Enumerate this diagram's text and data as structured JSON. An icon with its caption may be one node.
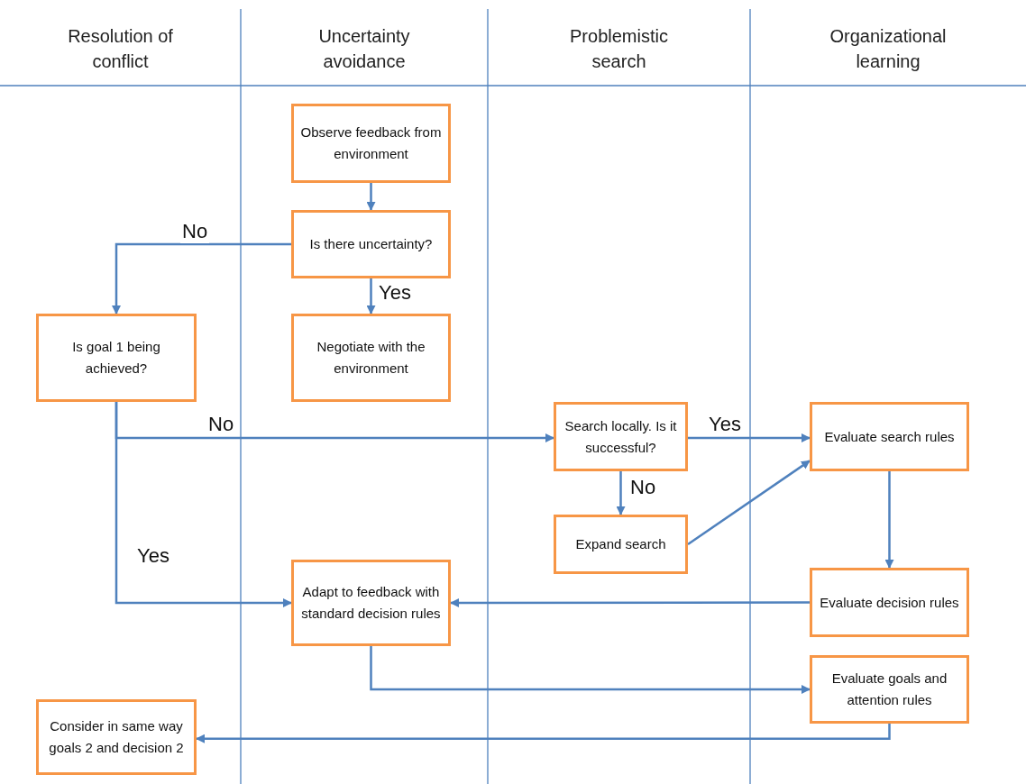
{
  "diagram": {
    "nodes": [
      {
        "text": [
          "Resolution of conflict"
        ]
      },
      {
        "text": [
          "Uncertainty avoidance"
        ]
      },
      {
        "text": [
          "Problemistic search"
        ]
      },
      {
        "text": [
          "Organizational learning"
        ]
      },
      {
        "text": [
          "Observe feedback from environment"
        ],
        "in": 1
      },
      {
        "text": [
          "Is there uncertainty?"
        ],
        "in": 1
      },
      {
        "text": [
          "Negotiate with the environment"
        ],
        "in": 1
      },
      {
        "text": [
          "Is goal 1 being achieved?"
        ],
        "in": 0
      },
      {
        "text": [
          "Search locally. Is it successful?"
        ],
        "in": 2
      },
      {
        "text": [
          "Expand search"
        ],
        "in": 2
      },
      {
        "text": [
          "Evaluate search rules"
        ],
        "in": 3
      },
      {
        "text": [
          "Adapt to feedback with standard decision rules"
        ],
        "in": 1
      },
      {
        "text": [
          "Evaluate decision rules"
        ],
        "in": 3
      },
      {
        "text": [
          "Evaluate goals and attention rules"
        ],
        "in": 3
      },
      {
        "text": [
          "Consider in same way goals 2 and decision 2"
        ],
        "in": 0
      }
    ],
    "edges": [
      {
        "from": 4,
        "to": 5,
        "arrow": "to"
      },
      {
        "from": 5,
        "to": 7,
        "arrow": "to",
        "label": "No"
      },
      {
        "from": 5,
        "to": 6,
        "arrow": "to",
        "label": "Yes"
      },
      {
        "from": 7,
        "to": 8,
        "arrow": "to",
        "label": "No"
      },
      {
        "from": 7,
        "to": 11,
        "arrow": "to",
        "label": "Yes"
      },
      {
        "from": 8,
        "to": 10,
        "arrow": "to",
        "label": "Yes"
      },
      {
        "from": 8,
        "to": 9,
        "arrow": "to",
        "label": "No"
      },
      {
        "from": 9,
        "to": 10,
        "arrow": "to"
      },
      {
        "from": 10,
        "to": 12,
        "arrow": "to"
      },
      {
        "from": 12,
        "to": 11,
        "arrow": "to"
      },
      {
        "from": 11,
        "to": 13,
        "arrow": "to"
      },
      {
        "from": 13,
        "to": 14,
        "arrow": "to"
      }
    ]
  }
}
